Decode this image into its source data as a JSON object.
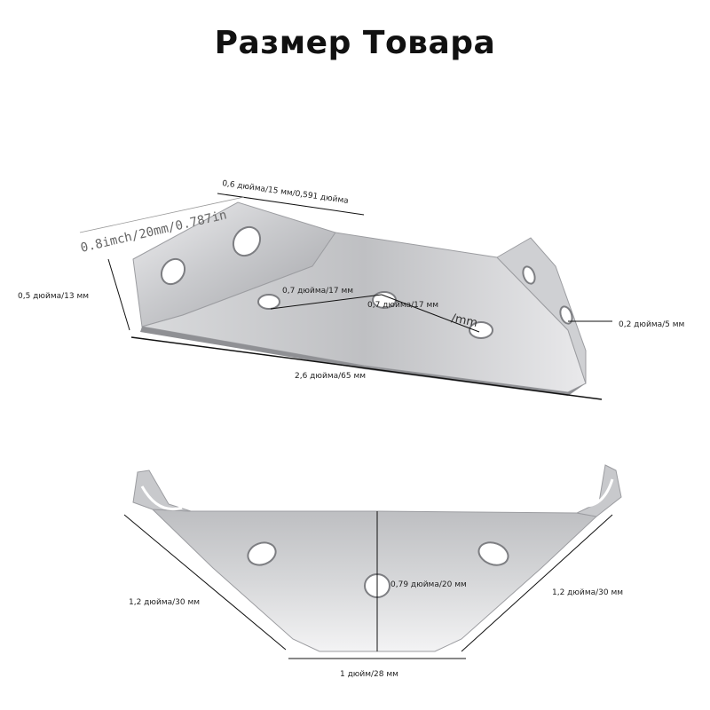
{
  "title": "Размер Товара",
  "colors": {
    "metal_light": "#e4e4e6",
    "metal_mid": "#b9babd",
    "metal_dark": "#8a8b8f",
    "line": "#111111"
  },
  "top_bracket": {
    "dim_hole_spacing_top": "0,6 дюйма/15 мм/0,591 дюйма",
    "dim_hole_spacing_overlay": "0.8imch/20mm/0.787in",
    "dim_height": "0,5 дюйма/13 мм",
    "dim_hole_spacing_middle_left": "0,7 дюйма/17 мм",
    "dim_hole_spacing_middle_right": "0,7 дюйма/17 мм",
    "dim_mm_fragment": "/mm",
    "dim_thickness": "0,2 дюйма/5 мм",
    "dim_length": "2,6 дюйма/65 мм"
  },
  "bottom_bracket": {
    "dim_left_side": "1,2 дюйма/30 мм",
    "dim_center_height": "0,79 дюйма/20 мм",
    "dim_right_side": "1,2 дюйма/30 мм",
    "dim_bottom_width": "1 дюйм/28 мм"
  }
}
